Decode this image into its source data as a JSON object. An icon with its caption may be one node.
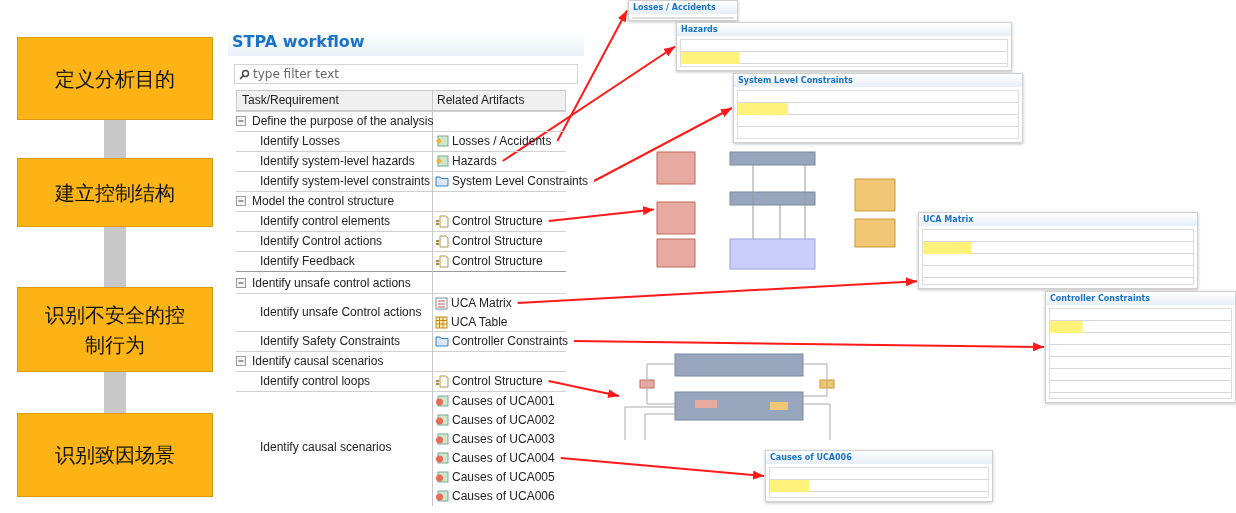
{
  "diagram": {
    "nodes": [
      {
        "text": [
          "定义分析目的"
        ]
      },
      {
        "text": [
          "建立控制结构"
        ]
      },
      {
        "text": [
          "识别不安全的控制行为"
        ]
      },
      {
        "text": [
          "识别致因场景"
        ]
      },
      {
        "text": [
          "STPA workflow"
        ]
      },
      {
        "text": [
          "Losses / Accidents"
        ],
        "in": 4
      },
      {
        "text": [
          "Hazards"
        ],
        "in": 4
      },
      {
        "text": [
          "System Level Constraints"
        ],
        "in": 4
      },
      {
        "text": [
          "Control Structure"
        ],
        "in": 4
      },
      {
        "text": [
          "UCA Matrix"
        ],
        "in": 4
      },
      {
        "text": [
          "Controller Constraints"
        ],
        "in": 4
      },
      {
        "text": [
          "Control Structure"
        ],
        "in": 4
      },
      {
        "text": [
          "Causes of UCA004"
        ],
        "in": 4
      },
      {
        "text": [
          "Losses / Accidents"
        ]
      },
      {
        "text": [
          "Hazards"
        ]
      },
      {
        "text": [
          "System Level Constraints"
        ]
      },
      {
        "text": [],
        "shape": "picture"
      },
      {
        "text": [
          "UCA Matrix"
        ]
      },
      {
        "text": [
          "Controller Constraints"
        ]
      },
      {
        "text": [],
        "shape": "picture"
      },
      {
        "text": [
          "Causes of UCA006"
        ]
      }
    ],
    "edges": [
      {
        "from": 0,
        "to": 1,
        "arrow": "to",
        "style": "thick",
        "color": "#c8c8c8"
      },
      {
        "from": 1,
        "to": 2,
        "arrow": "to",
        "style": "thick",
        "color": "#c8c8c8"
      },
      {
        "from": 2,
        "to": 3,
        "arrow": "to",
        "style": "thick",
        "color": "#c8c8c8"
      },
      {
        "from": 5,
        "to": 13,
        "arrow": "to"
      },
      {
        "from": 6,
        "to": 14,
        "arrow": "to"
      },
      {
        "from": 7,
        "to": 15,
        "arrow": "to"
      },
      {
        "from": 8,
        "to": 16,
        "arrow": "to"
      },
      {
        "from": 9,
        "to": 17,
        "arrow": "to"
      },
      {
        "from": 10,
        "to": 18,
        "arrow": "to"
      },
      {
        "from": 11,
        "to": 19,
        "arrow": "to"
      },
      {
        "from": 12,
        "to": 20,
        "arrow": "to"
      }
    ],
    "labels": [
      "type filter text",
      "Task/Requirement",
      "Related Artifacts",
      "Define the purpose of the analysis",
      "Identify Losses",
      "Identify system-level hazards",
      "Identify system-level constraints",
      "Model the control structure",
      "Identify control elements",
      "Identify Control actions",
      "Control Structure",
      "Identify Feedback",
      "Control Structure",
      "Identify unsafe control actions",
      "Identify unsafe Control actions",
      "UCA Table",
      "Identify Safety Constraints",
      "Identify causal scenarios",
      "Identify control loops",
      "Identify causal scenarios",
      "Causes of UCA001",
      "Causes of UCA002",
      "Causes of UCA003",
      "Causes of UCA005",
      "Causes of UCA006"
    ]
  }
}
